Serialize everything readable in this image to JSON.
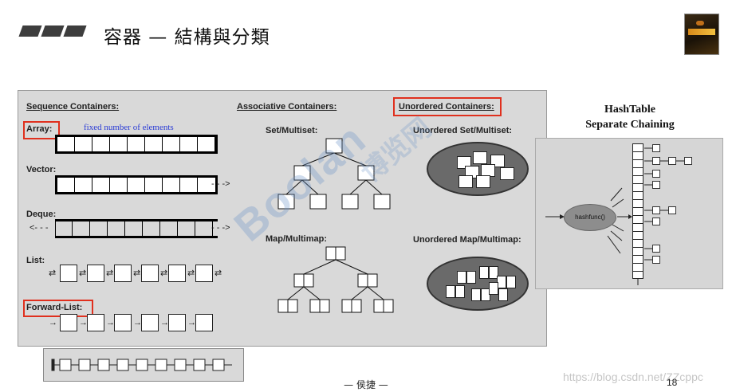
{
  "slide": {
    "title": "容器 — 結構與分類",
    "footer": "— 侯捷 —",
    "page_number": "18",
    "watermark_url": "https://blog.csdn.net/ZZcppc",
    "watermark_brand": "Boolan",
    "watermark_cn": "博览网"
  },
  "panel": {
    "sequence_header": "Sequence Containers:",
    "associative_header": "Associative Containers:",
    "unordered_header": "Unordered Containers:",
    "array_label": "Array:",
    "array_note": "fixed number of elements",
    "vector_label": "Vector:",
    "deque_label": "Deque:",
    "list_label": "List:",
    "forward_list_label": "Forward-List:",
    "set_label": "Set/Multiset:",
    "map_label": "Map/Multimap:",
    "unordered_set_label": "Unordered Set/Multiset:",
    "unordered_map_label": "Unordered Map/Multimap:",
    "arrow_right": "- - ->",
    "arrow_left": "<- - -"
  },
  "hashtable": {
    "title_line1": "HashTable",
    "title_line2": "Separate Chaining",
    "func_label": "hashfunc()"
  },
  "colors": {
    "highlight_border": "#e0301e",
    "panel_bg": "#d9d9d9",
    "note_text": "#2a3bd6"
  }
}
